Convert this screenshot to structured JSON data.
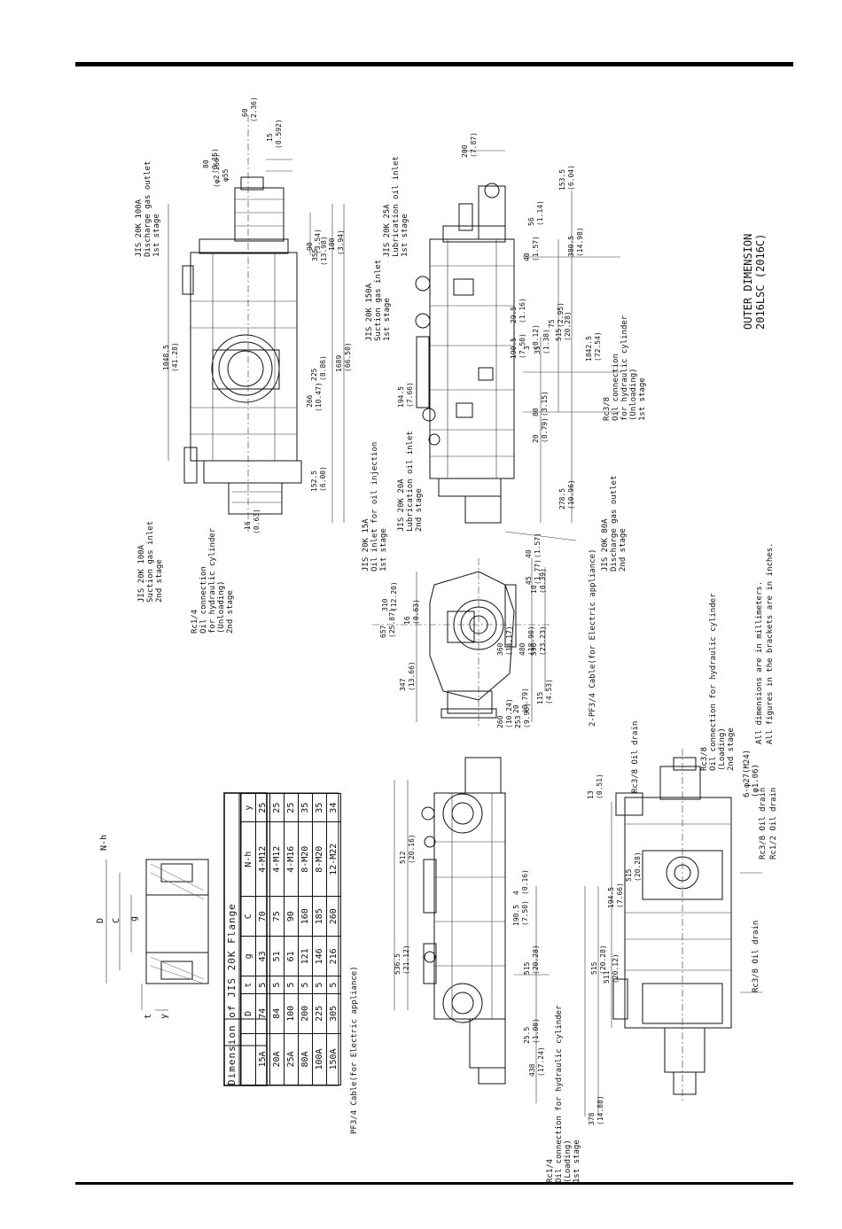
{
  "title": {
    "line1": "OUTER DIMENSION",
    "line2": "2016LSC (2016C)"
  },
  "notes": {
    "line1": "All dimensions are in millimeters.",
    "line2": "All figures in the brackets are in inches."
  },
  "flange_table": {
    "title": "Dimension of JIS 20K Flange",
    "columns": [
      "",
      "D",
      "t",
      "g",
      "C",
      "N-h",
      "y"
    ],
    "rows": [
      [
        "15A",
        "74",
        "5",
        "43",
        "70",
        "4-M12",
        "25"
      ],
      [
        "20A",
        "84",
        "5",
        "51",
        "75",
        "4-M12",
        "25"
      ],
      [
        "25A",
        "100",
        "5",
        "61",
        "90",
        "4-M16",
        "25"
      ],
      [
        "80A",
        "200",
        "5",
        "121",
        "160",
        "8-M20",
        "35"
      ],
      [
        "100A",
        "225",
        "5",
        "146",
        "185",
        "8-M20",
        "35"
      ],
      [
        "150A",
        "305",
        "5",
        "216",
        "260",
        "12-M22",
        "34"
      ]
    ]
  },
  "flange_sketch": {
    "labels": [
      "D",
      "C",
      "g",
      "N-h",
      "t",
      "y"
    ]
  },
  "top_view_labels": {
    "discharge_1st": [
      "JIS 20K 100A",
      "Discharge gas outlet",
      "1st stage"
    ],
    "suction_2nd": [
      "JIS 20K 100A",
      "Suction gas inlet",
      "2nd stage"
    ],
    "oil_unloading_2nd": [
      "Rc1/4",
      "Oil connection",
      "for hydraulic cylinder",
      "(Unloading)",
      "2nd stage"
    ],
    "dims": [
      "60",
      "(2.36)",
      "15",
      "(0.592)",
      "80",
      "(3.15)",
      "(φ2.166)",
      "φ55",
      "355",
      "(13.98)",
      "90",
      "(3.54)",
      "100",
      "(3.94)",
      "1048.5",
      "(41.28)",
      "225",
      "(8.86)",
      "266",
      "(10.47)",
      "1689",
      "(66.50)",
      "152.5",
      "(6.00)",
      "16",
      "(0.63)"
    ]
  },
  "side_view_labels": {
    "lubrication_1st": [
      "JIS 20K 25A",
      "Lubrication oil inlet",
      "1st stage"
    ],
    "suction_1st": [
      "JIS 20K 150A",
      "Suction gas inlet",
      "1st stage"
    ],
    "oil_injection_1st": [
      "JIS 20K 15A",
      "Oil inlet for oil injection",
      "1st stage"
    ],
    "lubrication_2nd": [
      "JIS 20K 20A",
      "Lubrication oil inlet",
      "2nd stage"
    ],
    "discharge_2nd": [
      "JIS 20K 80A",
      "Discharge gas outlet",
      "2nd stage"
    ],
    "oil_unloading_1st": [
      "Rc3/8",
      "Oil connection",
      "for hydraulic cylinder",
      "(Unloading)",
      "1st stage"
    ],
    "dims": [
      "200",
      "(7.87)",
      "153.5",
      "(6.04)",
      "380.5",
      "(14.98)",
      "40",
      "(1.57)",
      "56",
      "(1.14)",
      "75",
      "(2.95)",
      "515",
      "(20.28)",
      "1842.5",
      "(72.54)",
      "29.5",
      "(1.16)",
      "190.5",
      "(7.50)",
      "3",
      "(0.12)",
      "35",
      "(1.38)",
      "194.5",
      "(7.66)",
      "80",
      "(3.15)",
      "20",
      "(0.79)",
      "278.5",
      "(10.96)"
    ]
  },
  "end_view_labels": {
    "cable": "2-PF3/4 Cable(for Electric appliance)",
    "dims": [
      "657",
      "(25.87)",
      "310",
      "(12.20)",
      "16",
      "(0.63)",
      "347",
      "(13.66)",
      "40",
      "(1.57)",
      "45",
      "(1.77)",
      "10",
      "(0.39)",
      "360",
      "(14.17)",
      "480",
      "(18.90)",
      "590",
      "(23.23)",
      "115",
      "(4.53)",
      "20",
      "(0.79)",
      "253",
      "(9.96)",
      "260",
      "(10.24)"
    ]
  },
  "front_view_labels": {
    "cable": "PF3/4 Cable(for Electric appliance)",
    "oil_loading_1st": [
      "Rc1/4",
      "Oil connection for hydraulic cylinder",
      "(Loading)",
      "1st stage"
    ],
    "dims": [
      "512",
      "(20.16)",
      "536.5",
      "(21.12)",
      "4",
      "(0.16)",
      "190.5",
      "(7.50)",
      "515",
      "(20.28)",
      "25.5",
      "(1.00)",
      "438",
      "(17.24)"
    ]
  },
  "bottom_view_labels": {
    "oil_drain_top": "Rc3/8 Oil drain",
    "oil_loading_2nd": [
      "Rc3/8",
      "Oil connection for hydraulic cylinder",
      "(Loading)",
      "2nd stage"
    ],
    "bolts": [
      "6-φ27(M24)",
      "(φ1.06)"
    ],
    "drain_a": "Rc3/8 Oil drain",
    "drain_b": "Rc1/2 Oil drain",
    "drain_c": "Rc3/8 Oil drain",
    "dims": [
      "13",
      "(0.51)",
      "515",
      "(20.28)",
      "194.5",
      "(7.66)",
      "515",
      "(20.28)",
      "511",
      "(20.12)",
      "378",
      "(14.88)"
    ]
  }
}
